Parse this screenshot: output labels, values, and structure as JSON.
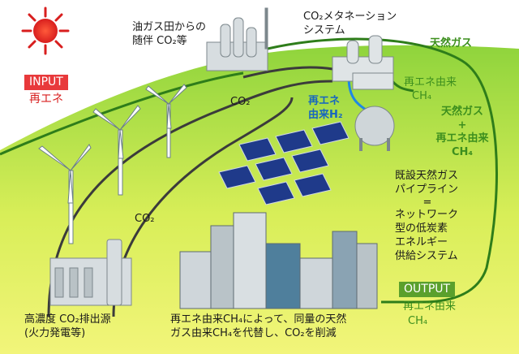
{
  "input": {
    "label": "INPUT",
    "sub": "再エネ"
  },
  "source_oilgas": {
    "line1": "油ガス田からの",
    "line2": "随伴 CO₂等"
  },
  "methanation": {
    "line1": "CO₂メタネーション",
    "line2": "システム"
  },
  "natural_gas_top": "天然ガス",
  "renewable_ch4_right": {
    "line1": "再エネ由来",
    "line2": "CH₄"
  },
  "co2_upper": "CO₂",
  "h2_label": {
    "line1": "再エネ",
    "line2": "由来H₂"
  },
  "mix_label": {
    "line1": "天然ガス",
    "line2": "+",
    "line3": "再エネ由来",
    "line4": "CH₄"
  },
  "co2_lower": "CO₂",
  "pipeline_text": [
    "既設天然ガス",
    "パイプライン",
    "=",
    "ネットワーク",
    "型の低炭素",
    "エネルギー",
    "供給システム"
  ],
  "emitter": {
    "line1": "高濃度 CO₂排出源",
    "line2": "(火力発電等)"
  },
  "city_caption": {
    "line1": "再エネ由来CH₄によって、同量の天然",
    "line2": "ガス由来CH₄を代替し、CO₂を削減"
  },
  "output": {
    "label": "OUTPUT",
    "line1": "再エネ由来",
    "line2": "CH₄"
  },
  "colors": {
    "input_red": "#e8393b",
    "output_green": "#5aa02c",
    "hill_yellow": "#eef26a",
    "hill_green": "#8fd43c",
    "pipe_dark": "#333333",
    "pipe_green": "#3d8f1e",
    "h2_blue": "#1e88e5"
  }
}
